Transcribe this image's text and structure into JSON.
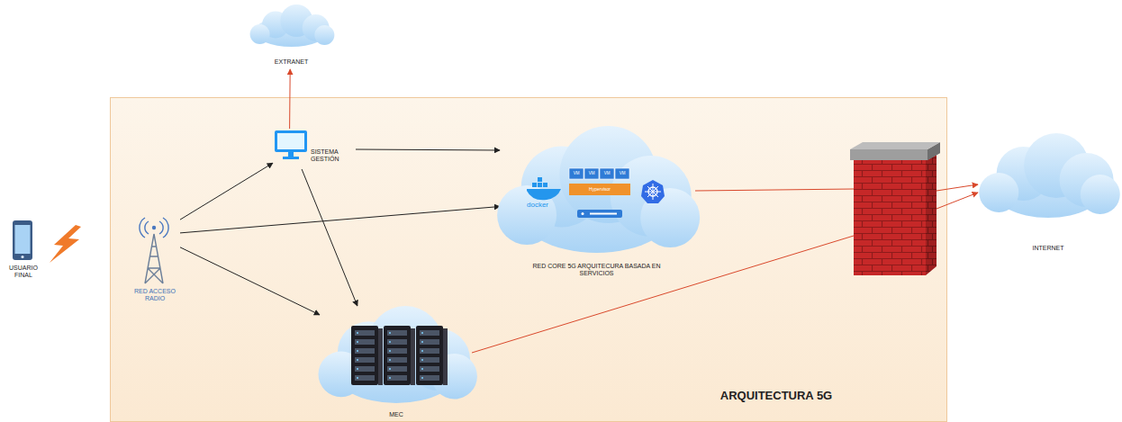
{
  "diagram": {
    "nodes": [
      {
        "text": [
          "EXTRANET"
        ]
      },
      {
        "text": [
          "ARQUITECTURA 5G"
        ]
      },
      {
        "text": [
          "RED ACCESO RADIO"
        ],
        "in": 1
      },
      {
        "text": [
          "SISTEMA GESTIÓN"
        ],
        "in": 1
      },
      {
        "text": [
          "RED CORE 5G ARQUITECURA BASADA EN SERVICIOS"
        ],
        "in": 1
      },
      {
        "text": [
          "MEC"
        ],
        "in": 1
      },
      {
        "text": [
          "USUARIO FINAL"
        ]
      },
      {
        "text": [
          "INTERNET"
        ]
      }
    ],
    "edges": [
      {
        "from": 3,
        "to": 0,
        "arrow": "to"
      },
      {
        "from": 2,
        "to": 3,
        "arrow": "to"
      },
      {
        "from": 2,
        "to": 4,
        "arrow": "to"
      },
      {
        "from": 2,
        "to": 5,
        "arrow": "to"
      },
      {
        "from": 3,
        "to": 4,
        "arrow": "to"
      },
      {
        "from": 3,
        "to": 5,
        "arrow": "to"
      }
    ],
    "labels": [
      "docker",
      "Hypervisor",
      "VM",
      "VM",
      "VM",
      "VM"
    ]
  }
}
